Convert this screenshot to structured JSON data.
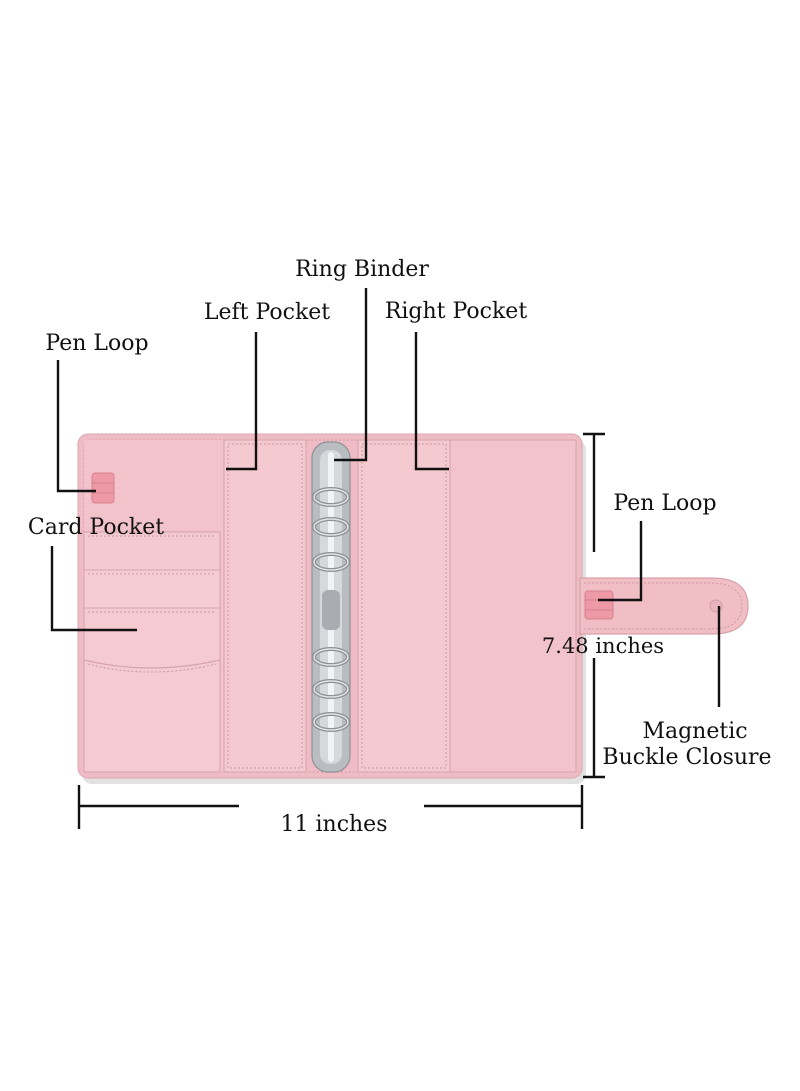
{
  "diagram": {
    "labels": {
      "ring_binder": "Ring Binder",
      "left_pocket": "Left Pocket",
      "right_pocket": "Right Pocket",
      "pen_loop_left": "Pen Loop",
      "card_pocket": "Card Pocket",
      "pen_loop_right": "Pen Loop",
      "height": "7.48 inches",
      "closure_line1": "Magnetic",
      "closure_line2": "Buckle Closure",
      "width": "11 inches"
    },
    "colors": {
      "cover_outer": "#efbcc5",
      "cover_inner": "#f3c6cd",
      "pocket": "#f6ccd3",
      "stitching": "#c99aa2",
      "pen_loop": "#ee9aa6",
      "rings_metal": "#b9bcc0",
      "leader_lines": "#111111"
    }
  }
}
